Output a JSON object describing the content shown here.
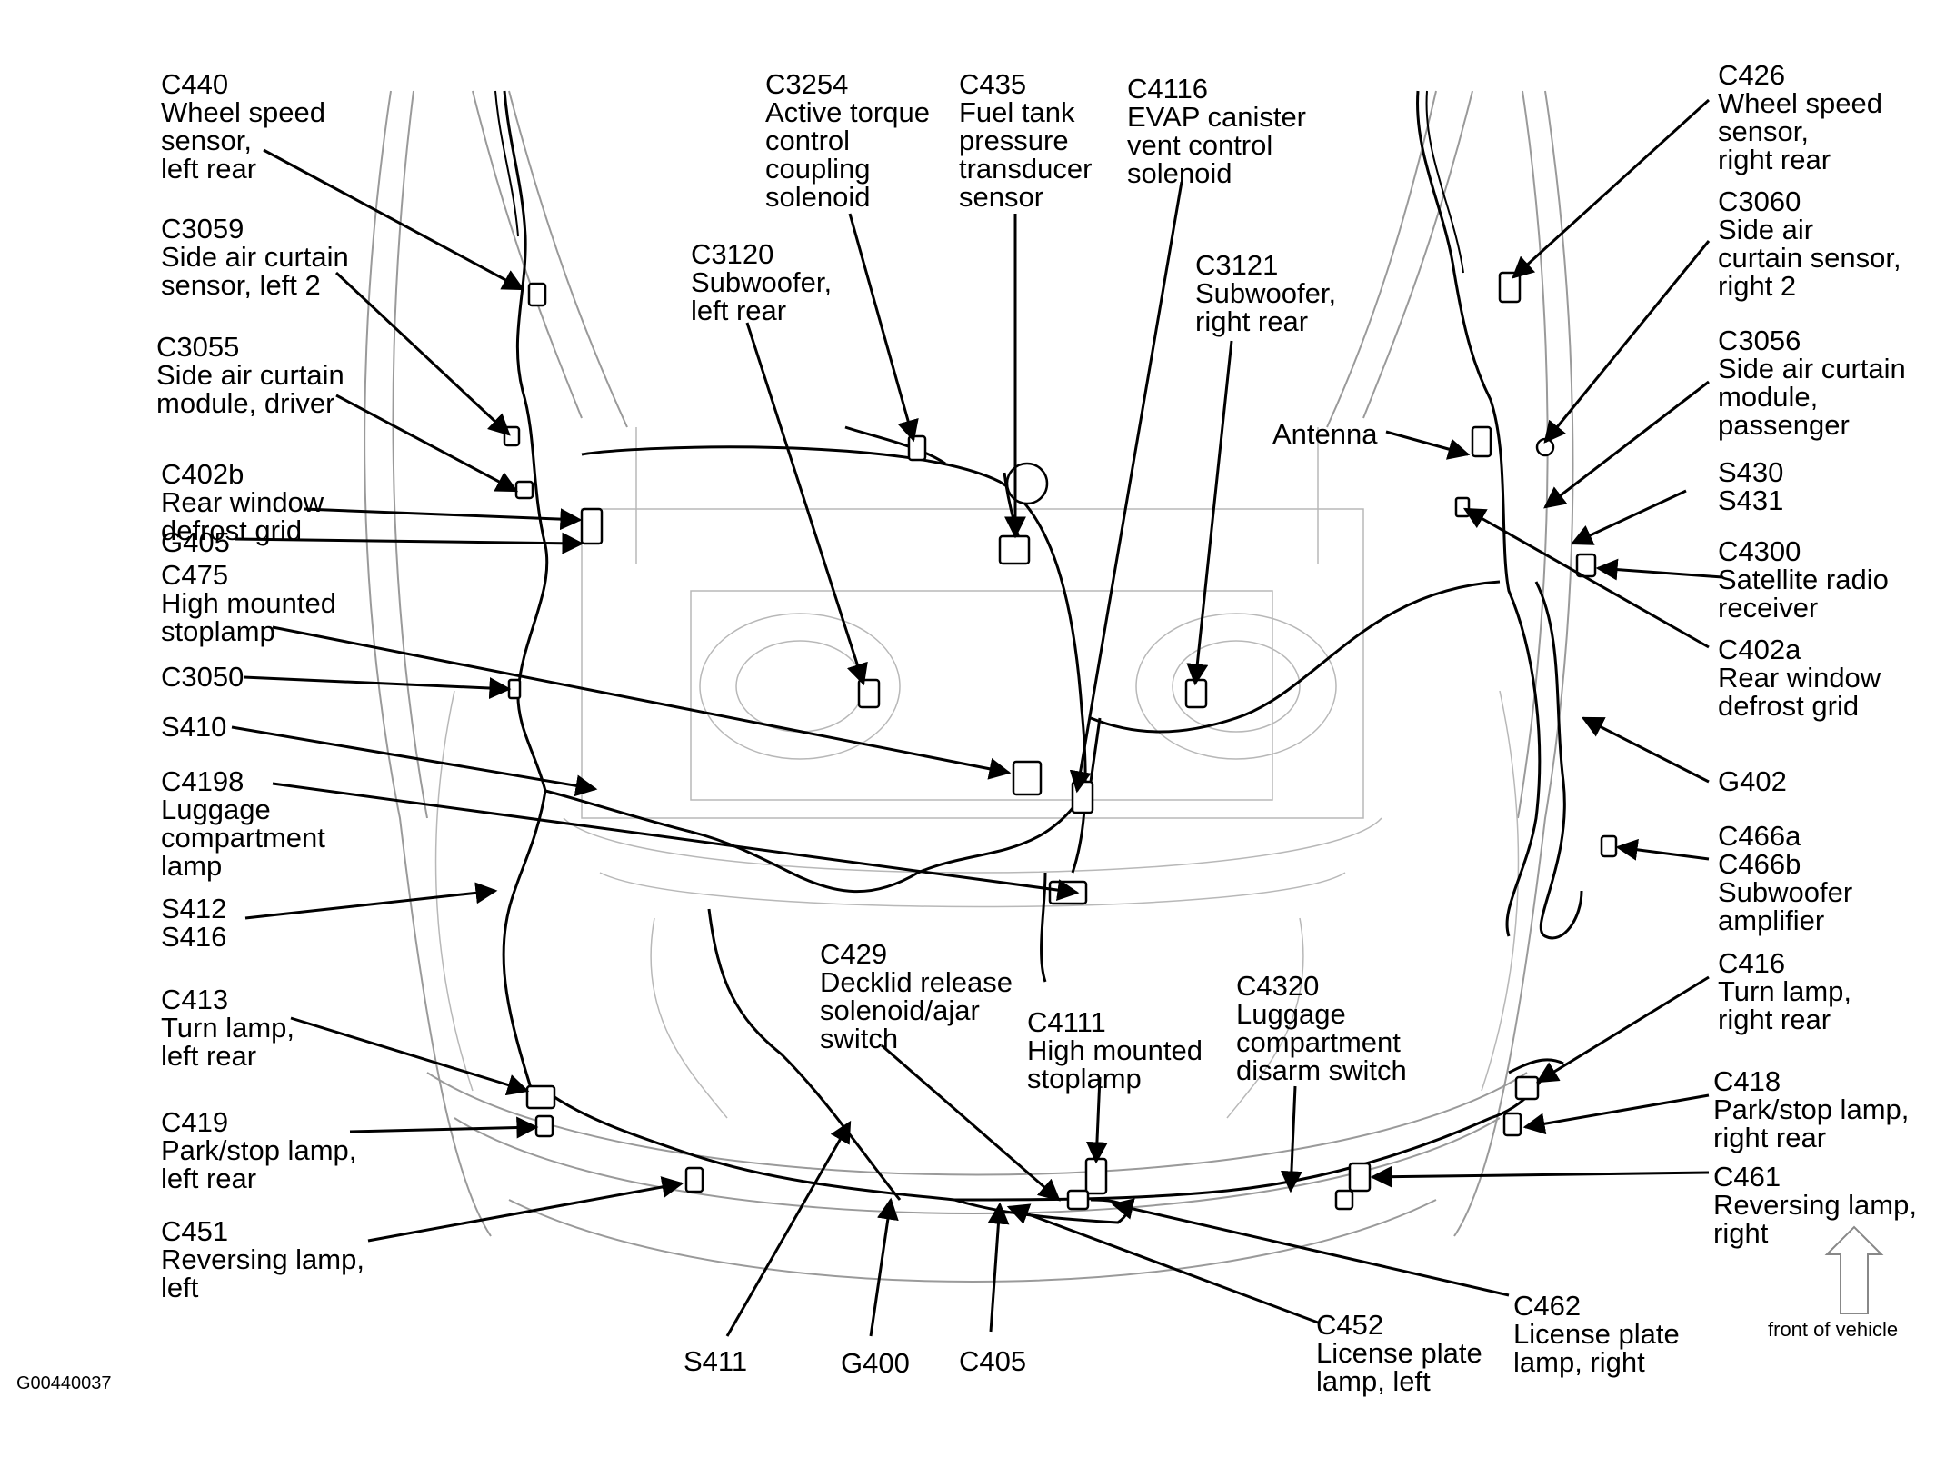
{
  "labels": [
    {
      "id": "c440",
      "lines": [
        "C440",
        "Wheel speed",
        "sensor,",
        "left rear"
      ]
    },
    {
      "id": "c3059",
      "lines": [
        "C3059",
        "Side air curtain",
        "sensor, left 2"
      ]
    },
    {
      "id": "c3055",
      "lines": [
        "C3055",
        "Side air curtain",
        "module, driver"
      ]
    },
    {
      "id": "c402b",
      "lines": [
        "C402b",
        "Rear window",
        "defrost grid"
      ]
    },
    {
      "id": "g405",
      "lines": [
        "G405"
      ]
    },
    {
      "id": "c475",
      "lines": [
        "C475",
        "High mounted",
        "stoplamp"
      ]
    },
    {
      "id": "c3050",
      "lines": [
        "C3050"
      ]
    },
    {
      "id": "s410",
      "lines": [
        "S410"
      ]
    },
    {
      "id": "c4198",
      "lines": [
        "C4198",
        "Luggage",
        "compartment",
        "lamp"
      ]
    },
    {
      "id": "s412",
      "lines": [
        "S412",
        "S416"
      ]
    },
    {
      "id": "c413",
      "lines": [
        "C413",
        "Turn lamp,",
        "left rear"
      ]
    },
    {
      "id": "c419",
      "lines": [
        "C419",
        "Park/stop lamp,",
        "left rear"
      ]
    },
    {
      "id": "c451",
      "lines": [
        "C451",
        "Reversing lamp,",
        "left"
      ]
    },
    {
      "id": "c3254",
      "lines": [
        "C3254",
        "Active torque",
        "control",
        "coupling",
        "solenoid"
      ]
    },
    {
      "id": "c435",
      "lines": [
        "C435",
        "Fuel tank",
        "pressure",
        "transducer",
        "sensor"
      ]
    },
    {
      "id": "c4116",
      "lines": [
        "C4116",
        "EVAP canister",
        "vent control",
        "solenoid"
      ]
    },
    {
      "id": "c3120",
      "lines": [
        "C3120",
        "Subwoofer,",
        "left rear"
      ]
    },
    {
      "id": "c3121",
      "lines": [
        "C3121",
        "Subwoofer,",
        "right rear"
      ]
    },
    {
      "id": "c426",
      "lines": [
        "C426",
        "Wheel speed",
        "sensor,",
        "right rear"
      ]
    },
    {
      "id": "c3060",
      "lines": [
        "C3060",
        "Side air",
        "curtain sensor,",
        "right 2"
      ]
    },
    {
      "id": "c3056",
      "lines": [
        "C3056",
        "Side air curtain",
        "module,",
        "passenger"
      ]
    },
    {
      "id": "antenna",
      "lines": [
        "Antenna"
      ]
    },
    {
      "id": "s430",
      "lines": [
        "S430",
        "S431"
      ]
    },
    {
      "id": "c4300",
      "lines": [
        "C4300",
        "Satellite radio",
        "receiver"
      ]
    },
    {
      "id": "c402a",
      "lines": [
        "C402a",
        "Rear window",
        "defrost grid"
      ]
    },
    {
      "id": "g402",
      "lines": [
        "G402"
      ]
    },
    {
      "id": "c466",
      "lines": [
        "C466a",
        "C466b",
        "Subwoofer",
        "amplifier"
      ]
    },
    {
      "id": "c416",
      "lines": [
        "C416",
        "Turn lamp,",
        "right rear"
      ]
    },
    {
      "id": "c418",
      "lines": [
        "C418",
        "Park/stop lamp,",
        "right rear"
      ]
    },
    {
      "id": "c461",
      "lines": [
        "C461",
        "Reversing lamp,",
        "right"
      ]
    },
    {
      "id": "c429",
      "lines": [
        "C429",
        "Decklid release",
        "solenoid/ajar",
        "switch"
      ]
    },
    {
      "id": "c4111",
      "lines": [
        "C4111",
        "High mounted",
        "stoplamp"
      ]
    },
    {
      "id": "c4320",
      "lines": [
        "C4320",
        "Luggage",
        "compartment",
        "disarm switch"
      ]
    },
    {
      "id": "s411",
      "lines": [
        "S411"
      ]
    },
    {
      "id": "g400",
      "lines": [
        "G400"
      ]
    },
    {
      "id": "c405",
      "lines": [
        "C405"
      ]
    },
    {
      "id": "c452",
      "lines": [
        "C452",
        "License plate",
        "lamp, left"
      ]
    },
    {
      "id": "c462",
      "lines": [
        "C462",
        "License plate",
        "lamp, right"
      ]
    }
  ],
  "front_note": "front of vehicle",
  "figure_code": "G00440037"
}
